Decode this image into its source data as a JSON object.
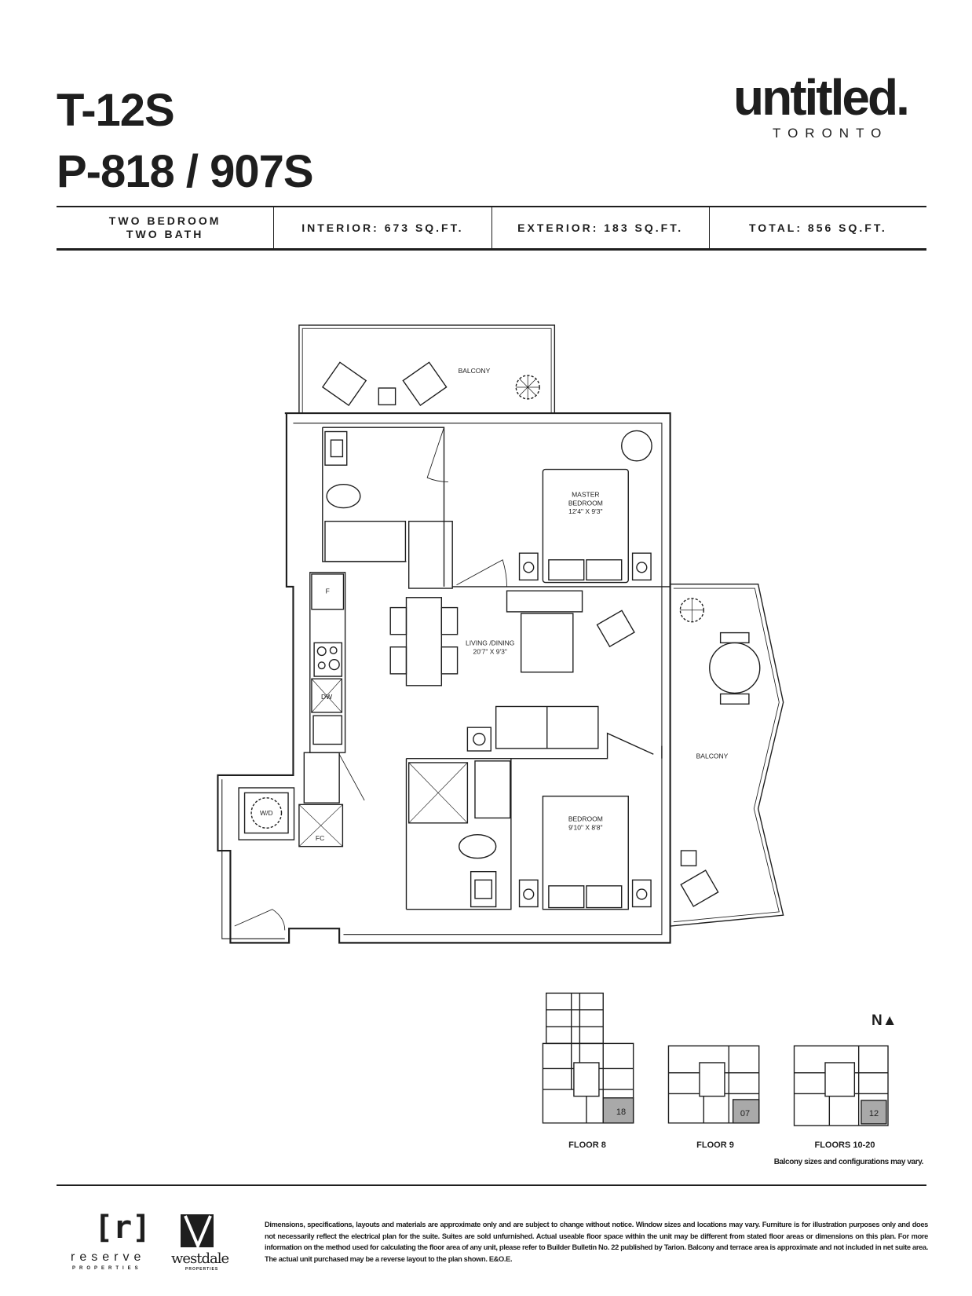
{
  "header": {
    "unit_code": "T-12S",
    "suite_numbers": "P-818 / 907S",
    "brand": "untitled.",
    "brand_city": "TORONTO"
  },
  "specs": {
    "type_line1": "TWO BEDROOM",
    "type_line2": "TWO BATH",
    "interior": "INTERIOR: 673 SQ.FT.",
    "exterior": "EXTERIOR: 183 SQ.FT.",
    "total": "TOTAL: 856 SQ.FT."
  },
  "plan": {
    "balcony_top": "BALCONY",
    "balcony_right": "BALCONY",
    "master_name1": "MASTER",
    "master_name2": "BEDROOM",
    "master_dims": "12'4\" X 9'3\"",
    "living_name": "LIVING /DINING",
    "living_dims": "20'7\" X 9'3\"",
    "bedroom_name": "BEDROOM",
    "bedroom_dims": "9'10\" X 8'8\"",
    "fridge": "F",
    "dishwasher": "DW",
    "washer_dryer": "W/D",
    "closet": "FC"
  },
  "key_plans": [
    {
      "label": "FLOOR 8",
      "unit": "18"
    },
    {
      "label": "FLOOR 9",
      "unit": "07"
    },
    {
      "label": "FLOORS 10-20",
      "unit": "12"
    }
  ],
  "north_label": "N",
  "key_note": "Balcony sizes and configurations may vary.",
  "disclaimer": "Dimensions, specifications, layouts and materials are approximate only and are subject to change without notice. Window sizes and locations may vary. Furniture is for illustration purposes only and does not necessarily reflect the electrical plan for the suite. Suites are sold unfurnished. Actual useable floor space within the unit may be different from stated floor areas or dimensions on this plan. For more information on the method used for calculating the floor area of any unit, please refer to Builder Bulletin No. 22 published by Tarion. Balcony and terrace area is approximate and not included in net suite area. The actual unit purchased may be a reverse layout to the plan shown. E&O.E.",
  "logos": {
    "reserve_mark": "[r]",
    "reserve_name": "reserve",
    "reserve_sub": "PROPERTIES",
    "westdale_name": "westdale",
    "westdale_sub": "PROPERTIES"
  },
  "colors": {
    "ink": "#1e1e1e",
    "highlight_unit": "#a9a9a9"
  }
}
